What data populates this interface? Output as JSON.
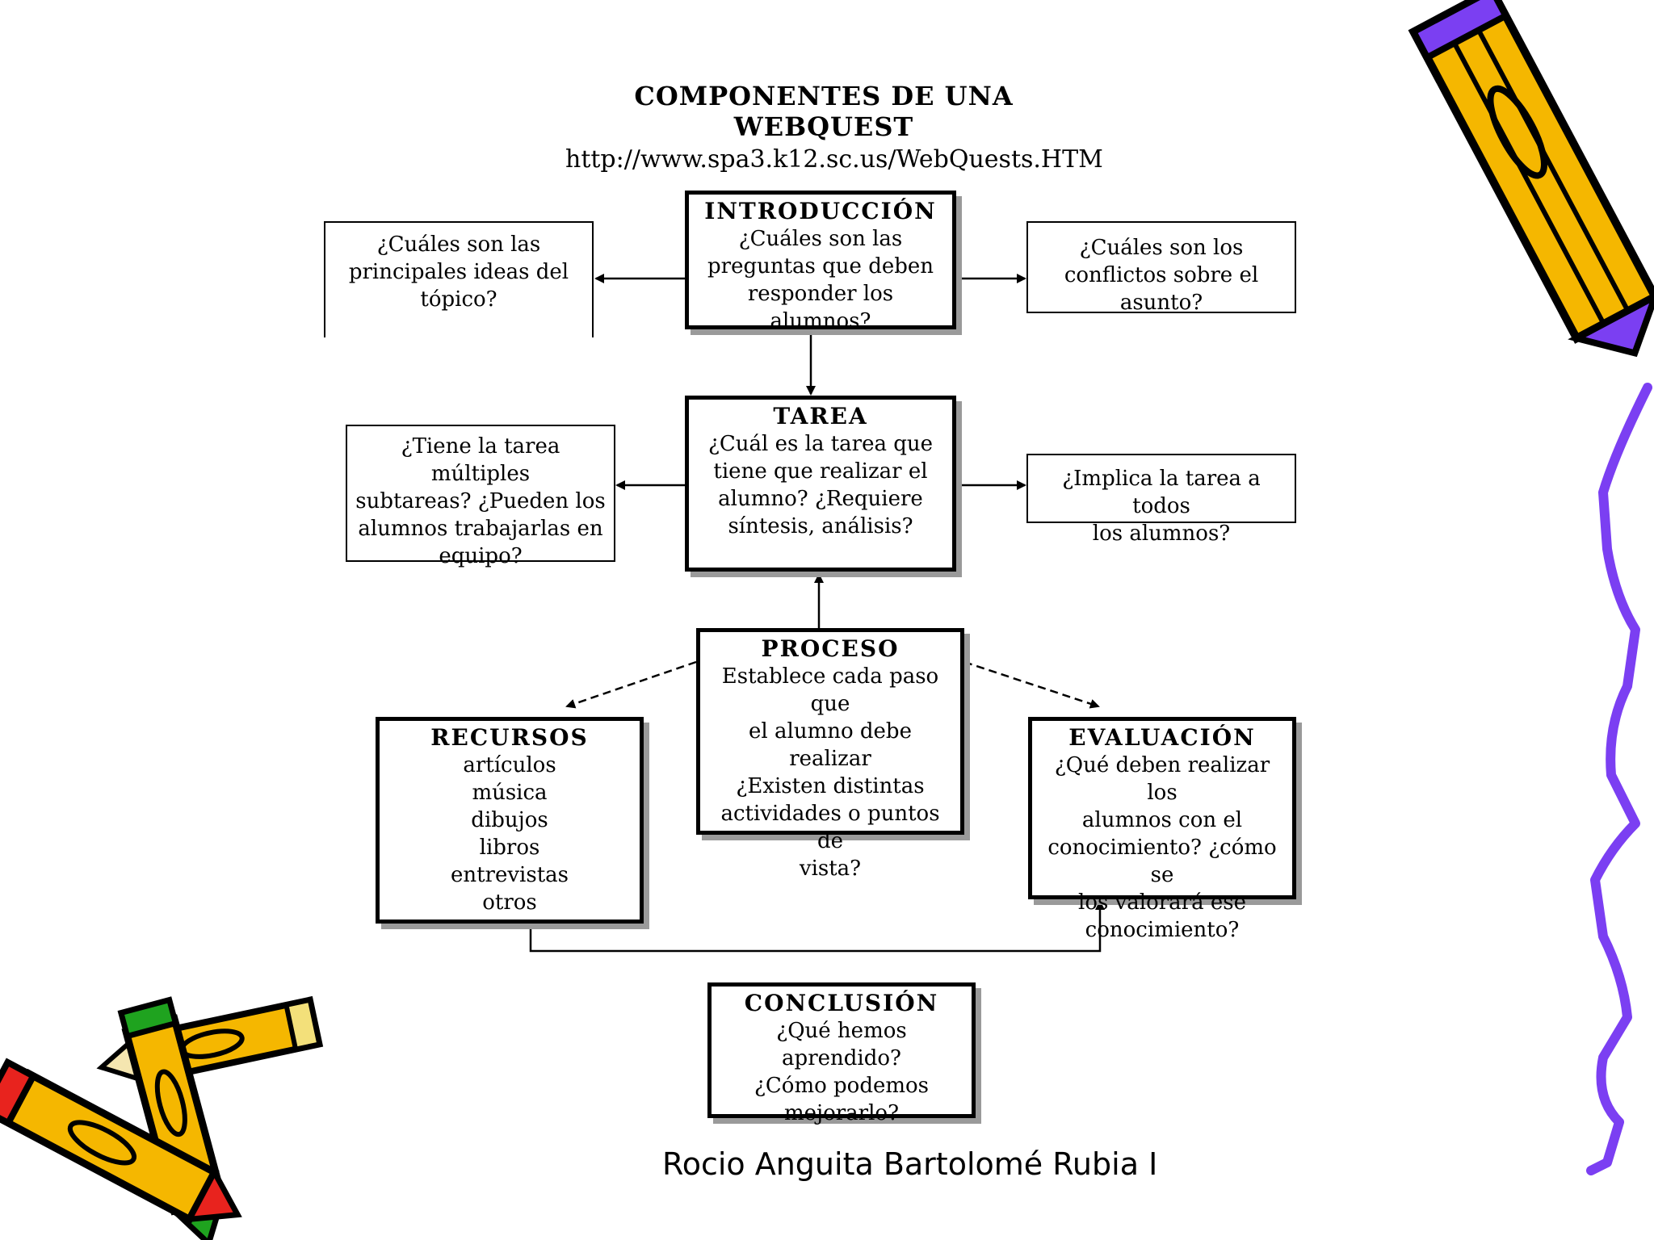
{
  "title": "COMPONENTES DE UNA WEBQUEST",
  "url": "http://www.spa3.k12.sc.us/WebQuests.HTM",
  "boxes": {
    "introduccion": {
      "heading": "INTRODUCCIÓN",
      "text": "¿Cuáles son las\npreguntas que deben\nresponder los alumnos?"
    },
    "tarea": {
      "heading": "TAREA",
      "text": "¿Cuál es la tarea que\ntiene que realizar el\nalumno? ¿Requiere\nsíntesis, análisis?"
    },
    "proceso": {
      "heading": "PROCESO",
      "text": "Establece cada paso que\nel alumno debe realizar\n¿Existen distintas\nactividades o puntos de\nvista?"
    },
    "recursos": {
      "heading": "RECURSOS",
      "text": "artículos\nmúsica\ndibujos\nlibros\nentrevistas\notros"
    },
    "evaluacion": {
      "heading": "EVALUACIÓN",
      "text": "¿Qué deben realizar los\nalumnos con el\nconocimiento? ¿cómo se\nlos valorará ese\nconocimiento?"
    },
    "conclusion": {
      "heading": "CONCLUSIÓN",
      "text": "¿Qué hemos aprendido?\n¿Cómo podemos\nmejorarlo?"
    }
  },
  "questions": {
    "intro_left": "¿Cuáles son las\nprincipales ideas del\ntópico?",
    "intro_right": "¿Cuáles son los\nconflictos sobre el\nasunto?",
    "tarea_left": "¿Tiene la tarea múltiples\nsubtareas? ¿Pueden los\nalumnos trabajarlas en\nequipo?",
    "tarea_right": "¿Implica la tarea a todos\nlos alumnos?"
  },
  "author": "Rocio Anguita  Bartolomé Rubia  I",
  "colors": {
    "pencil_yellow": "#F5B700",
    "pencil_purple": "#7B3FF2",
    "pencil_red": "#E8231E",
    "pencil_green": "#1FA31F",
    "squiggle": "#7B3FF2"
  },
  "icons": [
    "pencil-icon",
    "pencils-icon",
    "squiggle-decoration"
  ]
}
